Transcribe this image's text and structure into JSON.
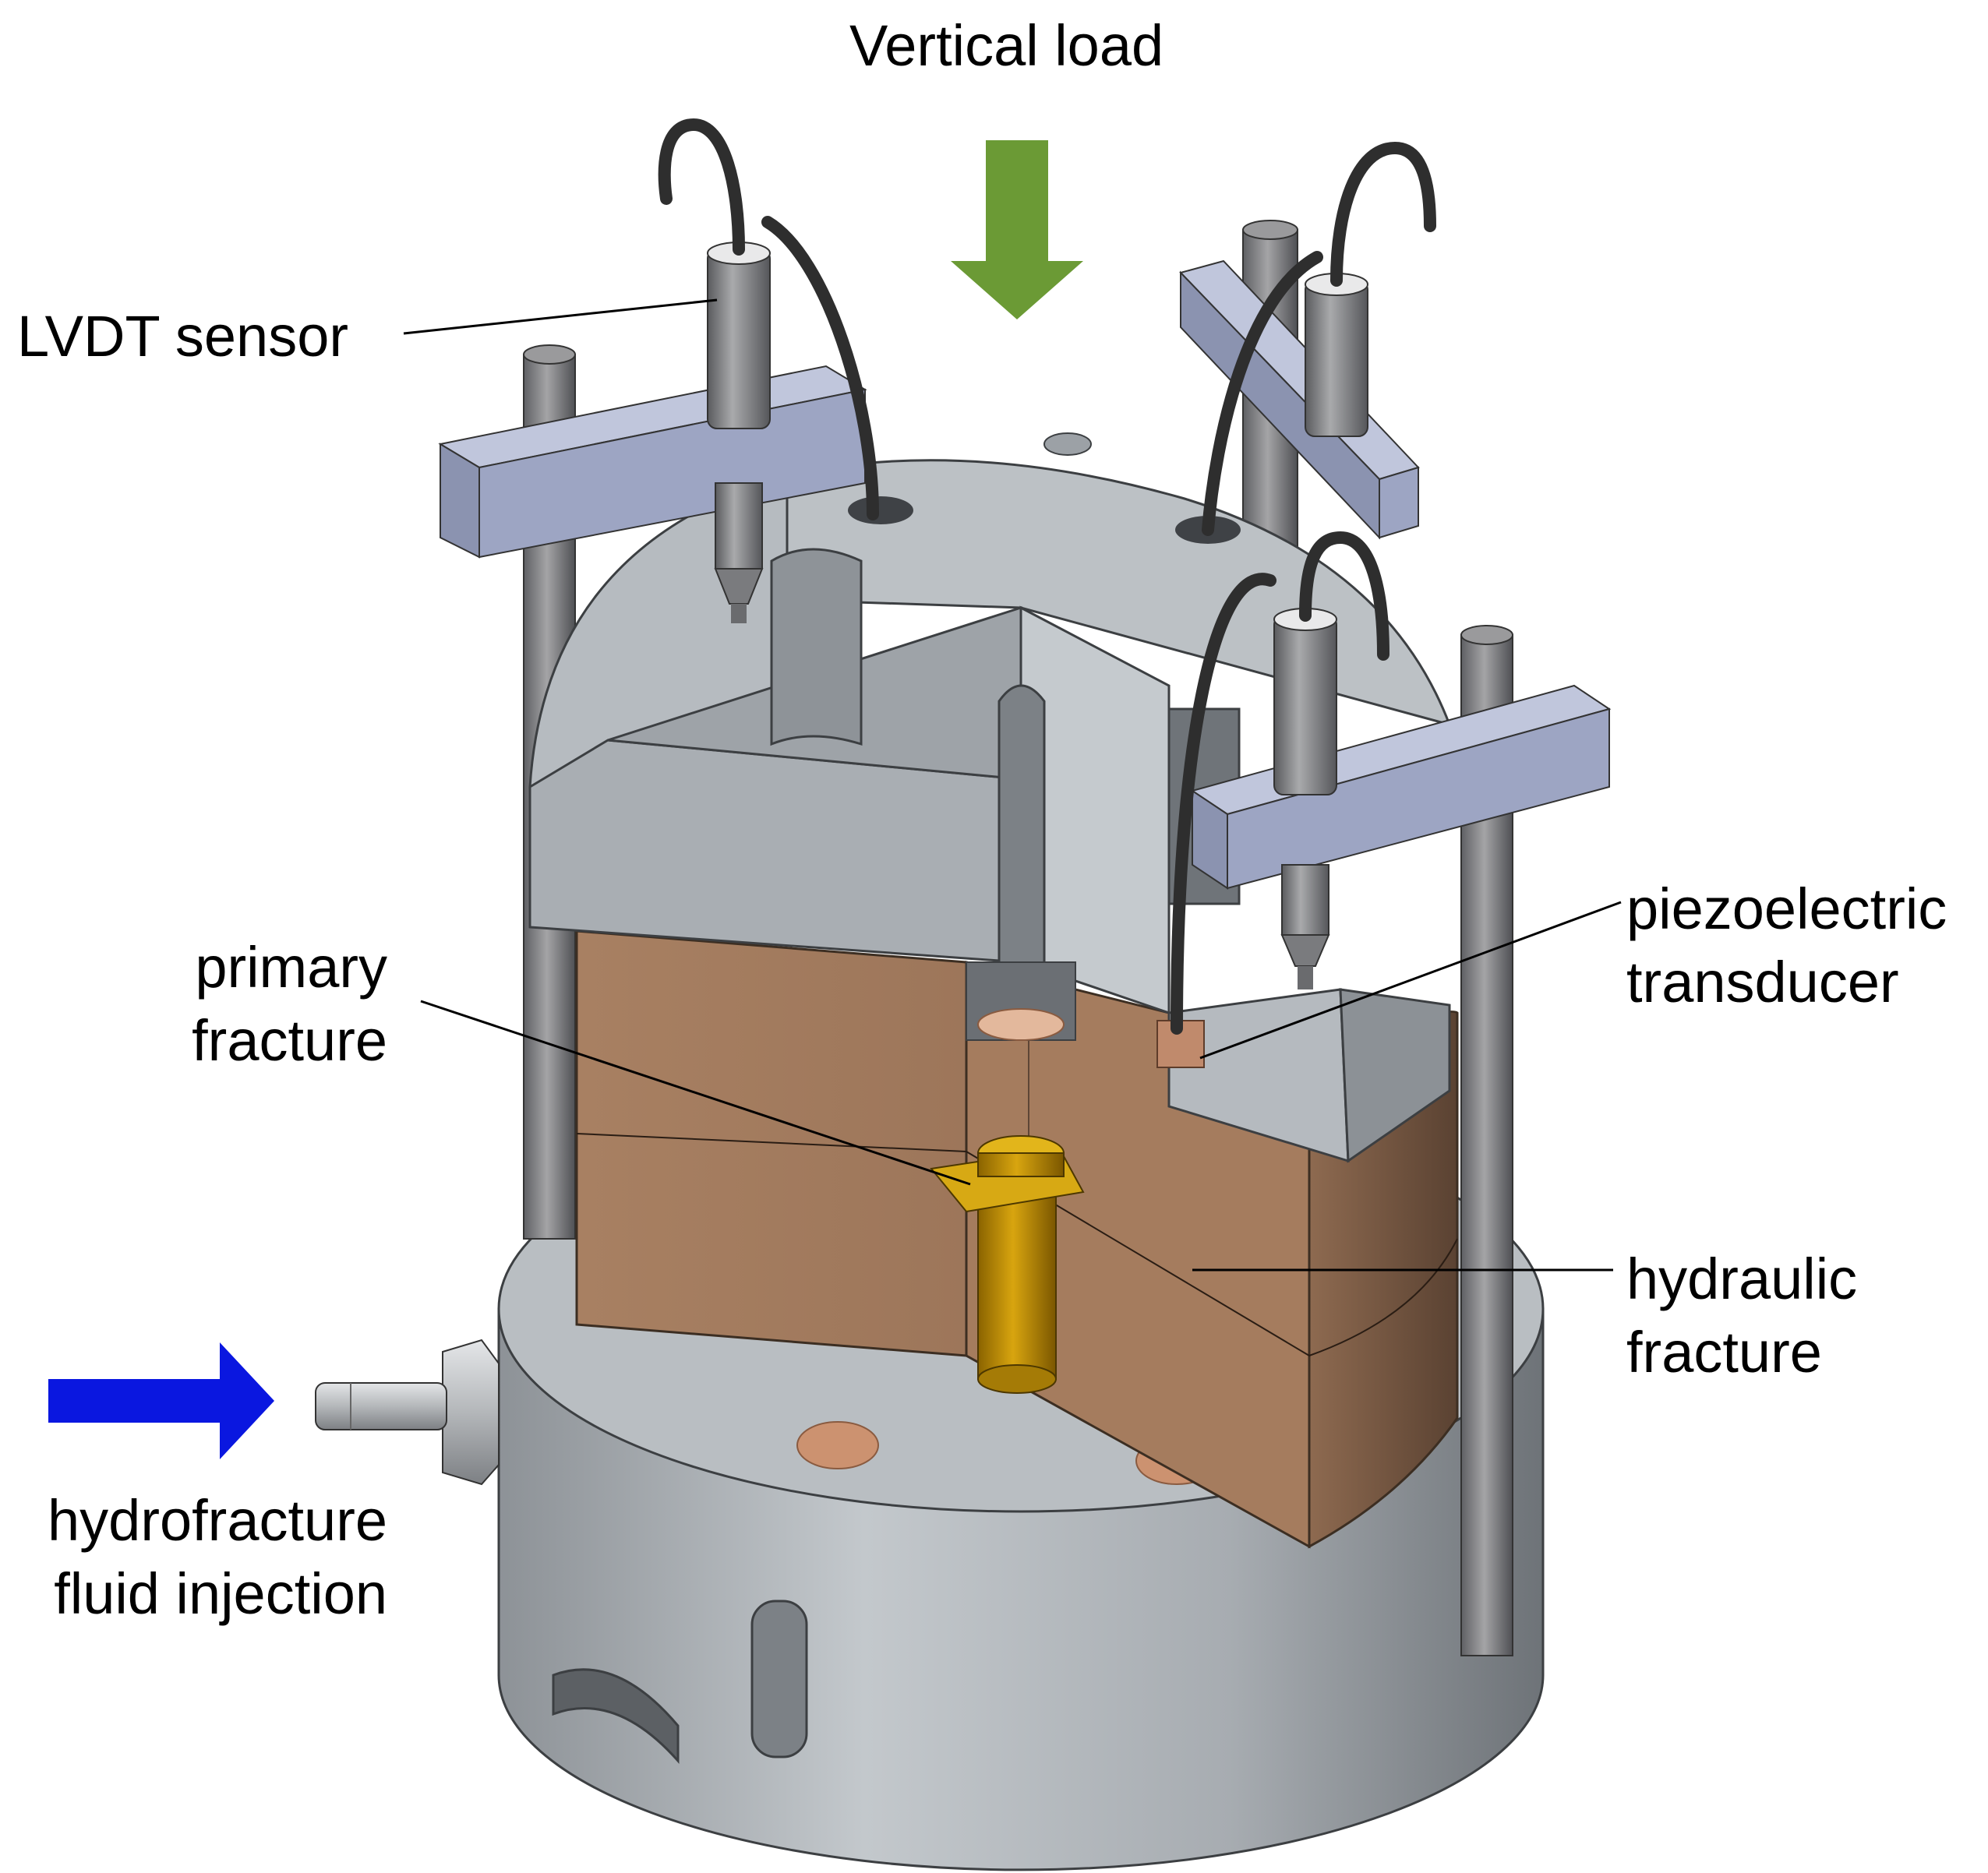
{
  "labels": {
    "vertical_load": "Vertical load",
    "lvdt_sensor": "LVDT sensor",
    "piezo_line1": "piezoelectric",
    "piezo_line2": "transducer",
    "primary_line1": "primary",
    "primary_line2": "fracture",
    "hydraulic_line1": "hydraulic",
    "hydraulic_line2": "fracture",
    "injection_line1": "hydrofracture",
    "injection_line2": "fluid injection"
  },
  "colors": {
    "load_arrow": "#6b9a35",
    "injection_arrow": "#0a17e0",
    "rock_specimen": "#a67d5e",
    "steel": "#b7bcc1",
    "sensor_clamp": "#98a0bd",
    "injector": "#c99a0c",
    "cable": "#2e2e2e"
  }
}
